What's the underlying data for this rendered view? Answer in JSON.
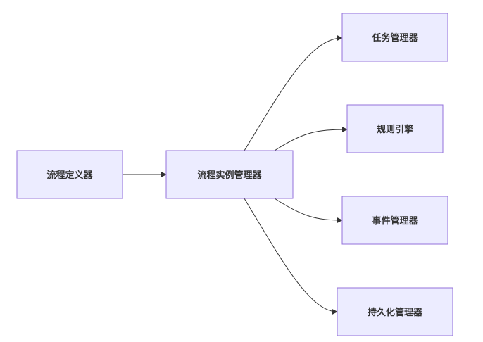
{
  "nodes": {
    "process_definition": {
      "label": "流程定义器"
    },
    "process_instance_manager": {
      "label": "流程实例管理器"
    },
    "task_manager": {
      "label": "任务管理器"
    },
    "rule_engine": {
      "label": "规则引擎"
    },
    "event_manager": {
      "label": "事件管理器"
    },
    "persistence_manager": {
      "label": "持久化管理器"
    }
  },
  "edges": [
    {
      "from": "process_definition",
      "to": "process_instance_manager"
    },
    {
      "from": "process_instance_manager",
      "to": "task_manager"
    },
    {
      "from": "process_instance_manager",
      "to": "rule_engine"
    },
    {
      "from": "process_instance_manager",
      "to": "event_manager"
    },
    {
      "from": "process_instance_manager",
      "to": "persistence_manager"
    }
  ],
  "colors": {
    "node_fill": "#ececff",
    "node_stroke": "#9370db",
    "edge": "#333333",
    "text": "#333333"
  }
}
